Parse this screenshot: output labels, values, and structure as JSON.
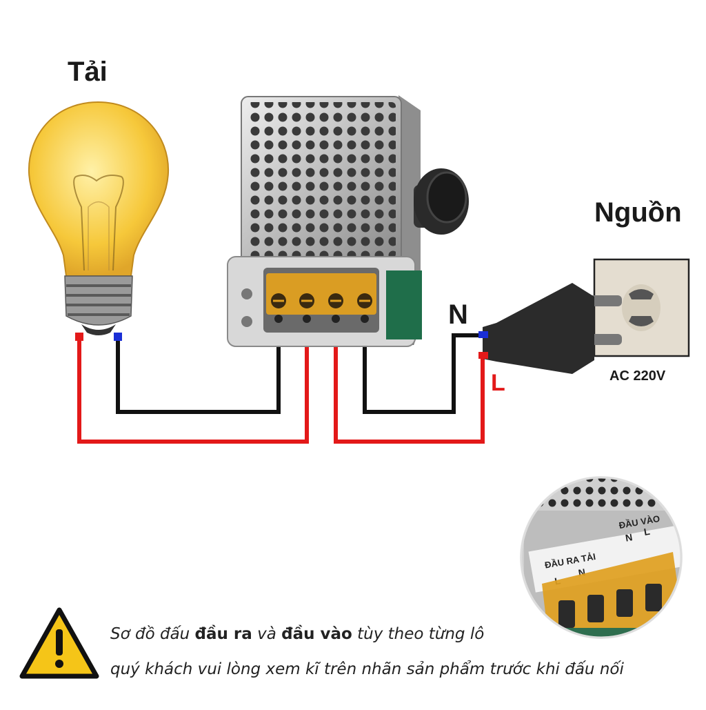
{
  "labels": {
    "load": "Tải",
    "source": "Nguồn",
    "neutral": "N",
    "live": "L",
    "voltage": "AC 220V"
  },
  "inset": {
    "output_label": "ĐẦU RA TẢI",
    "input_label": "ĐẦU VÀO",
    "output_pins": [
      "L",
      "N"
    ],
    "input_pins": [
      "N",
      "L"
    ]
  },
  "note": {
    "line1_a": "Sơ đồ đấu ",
    "line1_b": "đầu ra",
    "line1_c": " và ",
    "line1_d": "đầu vào",
    "line1_e": " tùy theo từng lô",
    "line2": "quý khách vui lòng xem kĩ trên nhãn sản phẩm trước khi đấu nối"
  },
  "colors": {
    "wire_live": "#e31919",
    "wire_neutral": "#111111",
    "bulb": "#f6c83a",
    "terminal": "#d89a1a",
    "warning": "#f5c518"
  }
}
